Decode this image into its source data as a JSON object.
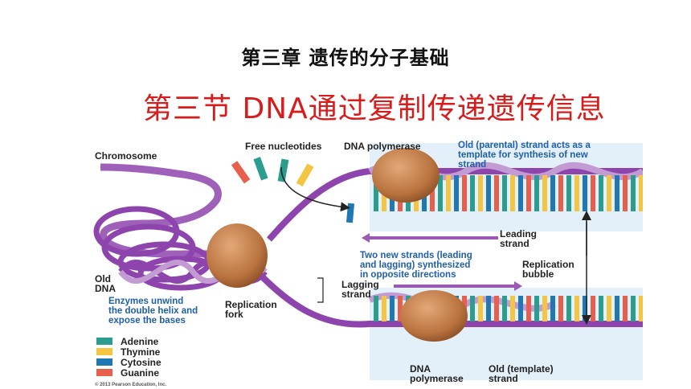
{
  "header": {
    "chapter_title": "第三章  遗传的分子基础",
    "section_title": "第三节 DNA通过复制传递遗传信息"
  },
  "figure": {
    "labels": {
      "chromosome": "Chromosome",
      "free_nucleotides": "Free nucleotides",
      "dna_polymerase_top": "DNA polymerase",
      "old_strand_line1": "Old (parental) strand acts as a",
      "old_strand_line2": "template for synthesis of new",
      "old_strand_line3": "strand",
      "leading_line1": "Leading",
      "leading_line2": "strand",
      "two_strands_line1": "Two new strands (leading",
      "two_strands_line2": "and lagging) synthesized",
      "two_strands_line3": "in opposite directions",
      "replication_line1": "Replication",
      "replication_line2": "bubble",
      "old_dna_line1": "Old",
      "old_dna_line2": "DNA",
      "lagging_line1": "Lagging",
      "lagging_line2": "strand",
      "enzymes_line1": "Enzymes unwind",
      "enzymes_line2": "the double helix and",
      "enzymes_line3": "expose the bases",
      "fork_line1": "Replication",
      "fork_line2": "fork",
      "polymerase_bottom_line1": "DNA",
      "polymerase_bottom_line2": "polymerase",
      "template_line1": "Old (template)",
      "template_line2": "strand",
      "copyright": "© 2013 Pearson Education, Inc."
    },
    "legend": [
      {
        "label": "Adenine",
        "color": "#2a9d8f"
      },
      {
        "label": "Thymine",
        "color": "#f4c542"
      },
      {
        "label": "Cytosine",
        "color": "#1f78b4"
      },
      {
        "label": "Guanine",
        "color": "#e8604c"
      }
    ],
    "colors": {
      "backbone": "#8e44ad",
      "backbone_light": "#c39bd3",
      "enzyme": "#b9733f",
      "label_blue": "#1f5fa8",
      "label_dark": "#222222"
    }
  }
}
